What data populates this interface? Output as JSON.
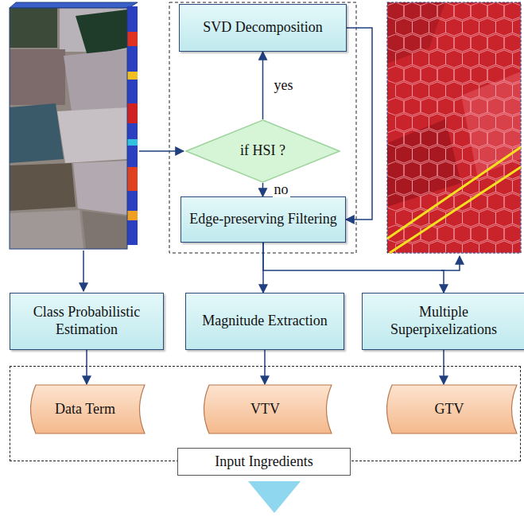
{
  "diagram": {
    "nodes": [
      {
        "text": [
          "SVD Decomposition"
        ]
      },
      {
        "text": [
          "if HSI ?"
        ]
      },
      {
        "text": [
          "Edge-preserving Filtering"
        ]
      },
      {
        "text": [
          "Class Probabilistic Estimation"
        ]
      },
      {
        "text": [
          "Magnitude Extraction"
        ]
      },
      {
        "text": [
          "Multiple Superpixelizations"
        ]
      },
      {
        "text": [
          "Input Ingredients"
        ]
      },
      {
        "text": [
          "Data Term"
        ],
        "in": 6
      },
      {
        "text": [
          "VTV"
        ],
        "in": 6
      },
      {
        "text": [
          "GTV"
        ],
        "in": 6
      }
    ],
    "edges": [
      {
        "from": 1,
        "to": 0,
        "label": "yes",
        "arrow": "to"
      },
      {
        "from": 1,
        "to": 2,
        "label": "no",
        "arrow": "to"
      },
      {
        "from": 0,
        "to": 2,
        "arrow": "to"
      },
      {
        "from": 2,
        "to": 4,
        "arrow": "to"
      },
      {
        "from": 2,
        "to": 5,
        "arrow": "to"
      },
      {
        "from": 3,
        "to": 7,
        "arrow": "to"
      },
      {
        "from": 4,
        "to": 8,
        "arrow": "to"
      },
      {
        "from": 5,
        "to": 9,
        "arrow": "to"
      }
    ]
  }
}
